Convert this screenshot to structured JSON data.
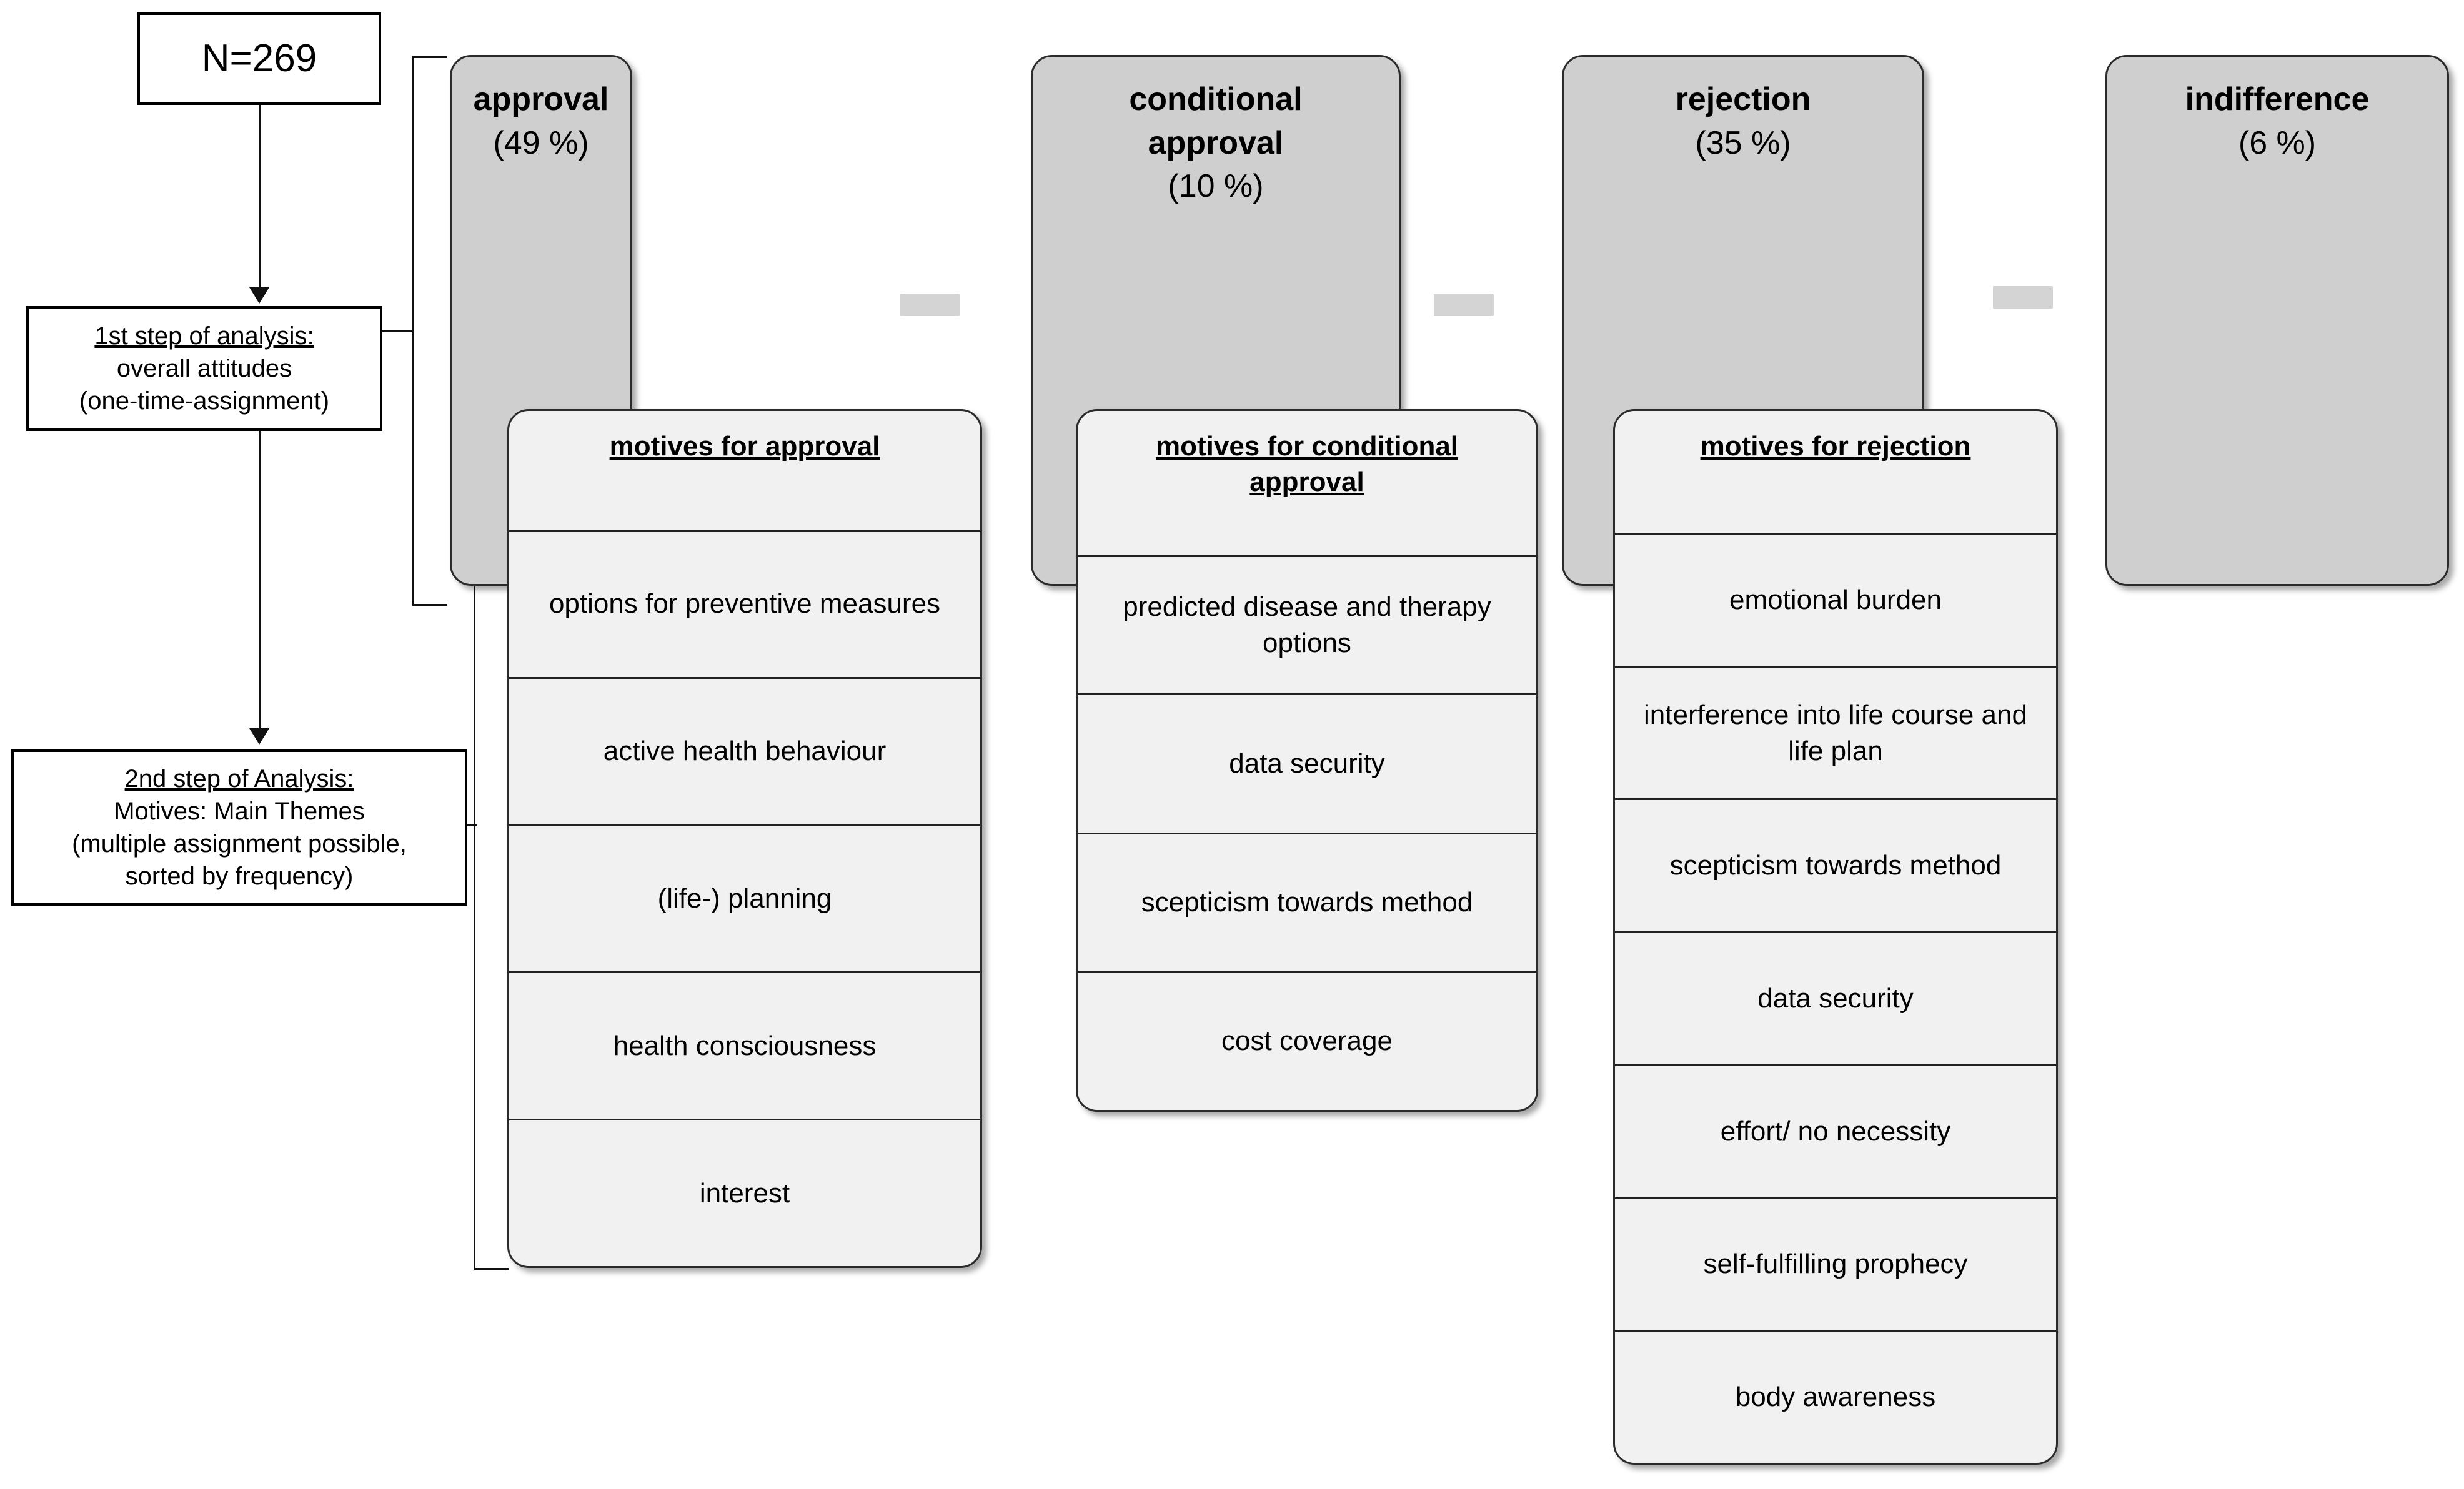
{
  "flow": {
    "sample": "N=269",
    "step1": {
      "heading": "1st step of analysis:",
      "line2": "overall attitudes",
      "line3": "(one-time-assignment)"
    },
    "step2": {
      "heading": "2nd step of Analysis:",
      "line2": "Motives: Main Themes",
      "line3": "(multiple assignment possible,",
      "line4": "sorted by frequency)"
    }
  },
  "colors": {
    "category_fill": "#cfcfcf",
    "motive_fill": "#f1f1f1",
    "border": "#2b2b2b",
    "dash": "#d4d4d4",
    "page_background": "#ffffff"
  },
  "categories": [
    {
      "title": "approval",
      "percent": "(49 %)",
      "title_line2": ""
    },
    {
      "title": "conditional",
      "title_line2": "approval",
      "percent": "(10 %)"
    },
    {
      "title": "rejection",
      "percent": "(35 %)",
      "title_line2": ""
    },
    {
      "title": "indifference",
      "percent": "(6 %)",
      "title_line2": ""
    }
  ],
  "motive_groups": [
    {
      "heading_line1": "motives for approval",
      "heading_line2": "",
      "items": [
        "options for preventive measures",
        "active health behaviour",
        "(life-) planning",
        "health consciousness",
        "interest"
      ]
    },
    {
      "heading_line1": "motives for conditional",
      "heading_line2": "approval",
      "items": [
        "predicted disease and therapy options",
        "data security",
        "scepticism towards method",
        "cost coverage"
      ]
    },
    {
      "heading_line1": "motives for rejection",
      "heading_line2": "",
      "items": [
        "emotional burden",
        "interference into life course and life plan",
        "scepticism towards method",
        "data security",
        "effort/ no necessity",
        "self-fulfilling prophecy",
        "body awareness"
      ]
    }
  ]
}
